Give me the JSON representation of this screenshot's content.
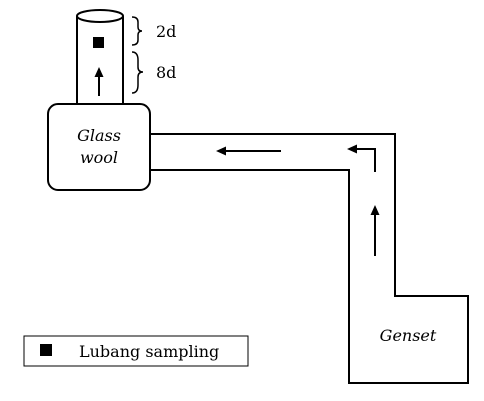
{
  "labels": {
    "glass_wool_line1": "Glass",
    "glass_wool_line2": "wool",
    "genset": "Genset",
    "dim_upper": "2d",
    "dim_lower": "8d",
    "legend_text": "Lubang sampling"
  },
  "icons": {
    "sampling_marker": "filled-square",
    "flow": "arrow"
  },
  "colors": {
    "stroke": "#000000",
    "fill": "#ffffff"
  }
}
